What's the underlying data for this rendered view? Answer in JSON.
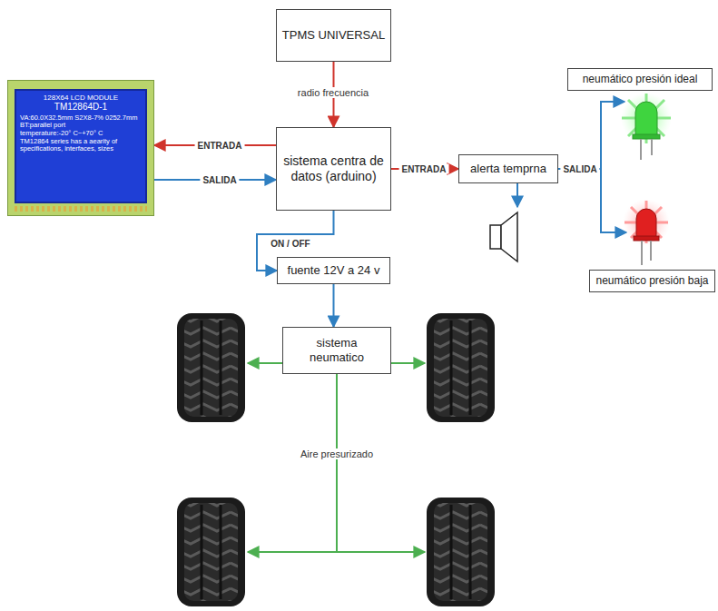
{
  "diagram": {
    "nodes": [
      {
        "text": [
          "TPMS UNIVERSAL"
        ]
      },
      {
        "text": [
          "neumático presión ideal"
        ]
      },
      {
        "text": [
          "128X64 LCD MODULE",
          "TM12864D-1",
          "VA:60.0X32.5mm S2X8-7% 0252.7mm",
          "BT:parallel port",
          "temperature:-20° C~+70° C",
          "TM12864 series has a aearity of",
          "specifications, interfaces, sizes"
        ]
      },
      {
        "text": [
          "sistema centra de datos (arduino)"
        ]
      },
      {
        "text": [
          "alerta temprna"
        ]
      },
      {
        "text": [
          "fuente 12V a 24 v"
        ]
      },
      {
        "text": [
          "neumático presión baja"
        ]
      },
      {
        "text": [
          "sistema neumatico"
        ]
      }
    ],
    "edges": [
      {
        "from": 0,
        "to": 3,
        "label": "radio frecuencia",
        "arrow": "to"
      },
      {
        "from": 3,
        "to": 2,
        "label": "ENTRADA",
        "arrow": "to"
      },
      {
        "from": 2,
        "to": 3,
        "label": "SALIDA",
        "arrow": "to"
      },
      {
        "from": 3,
        "to": 4,
        "label": "ENTRADA",
        "arrow": "to"
      },
      {
        "from": 3,
        "to": 5,
        "label": "ON / OFF",
        "arrow": "to"
      },
      {
        "from": 5,
        "to": 7,
        "arrow": "to"
      }
    ],
    "labels": [
      "SALIDA",
      "Aire presurizado"
    ]
  }
}
